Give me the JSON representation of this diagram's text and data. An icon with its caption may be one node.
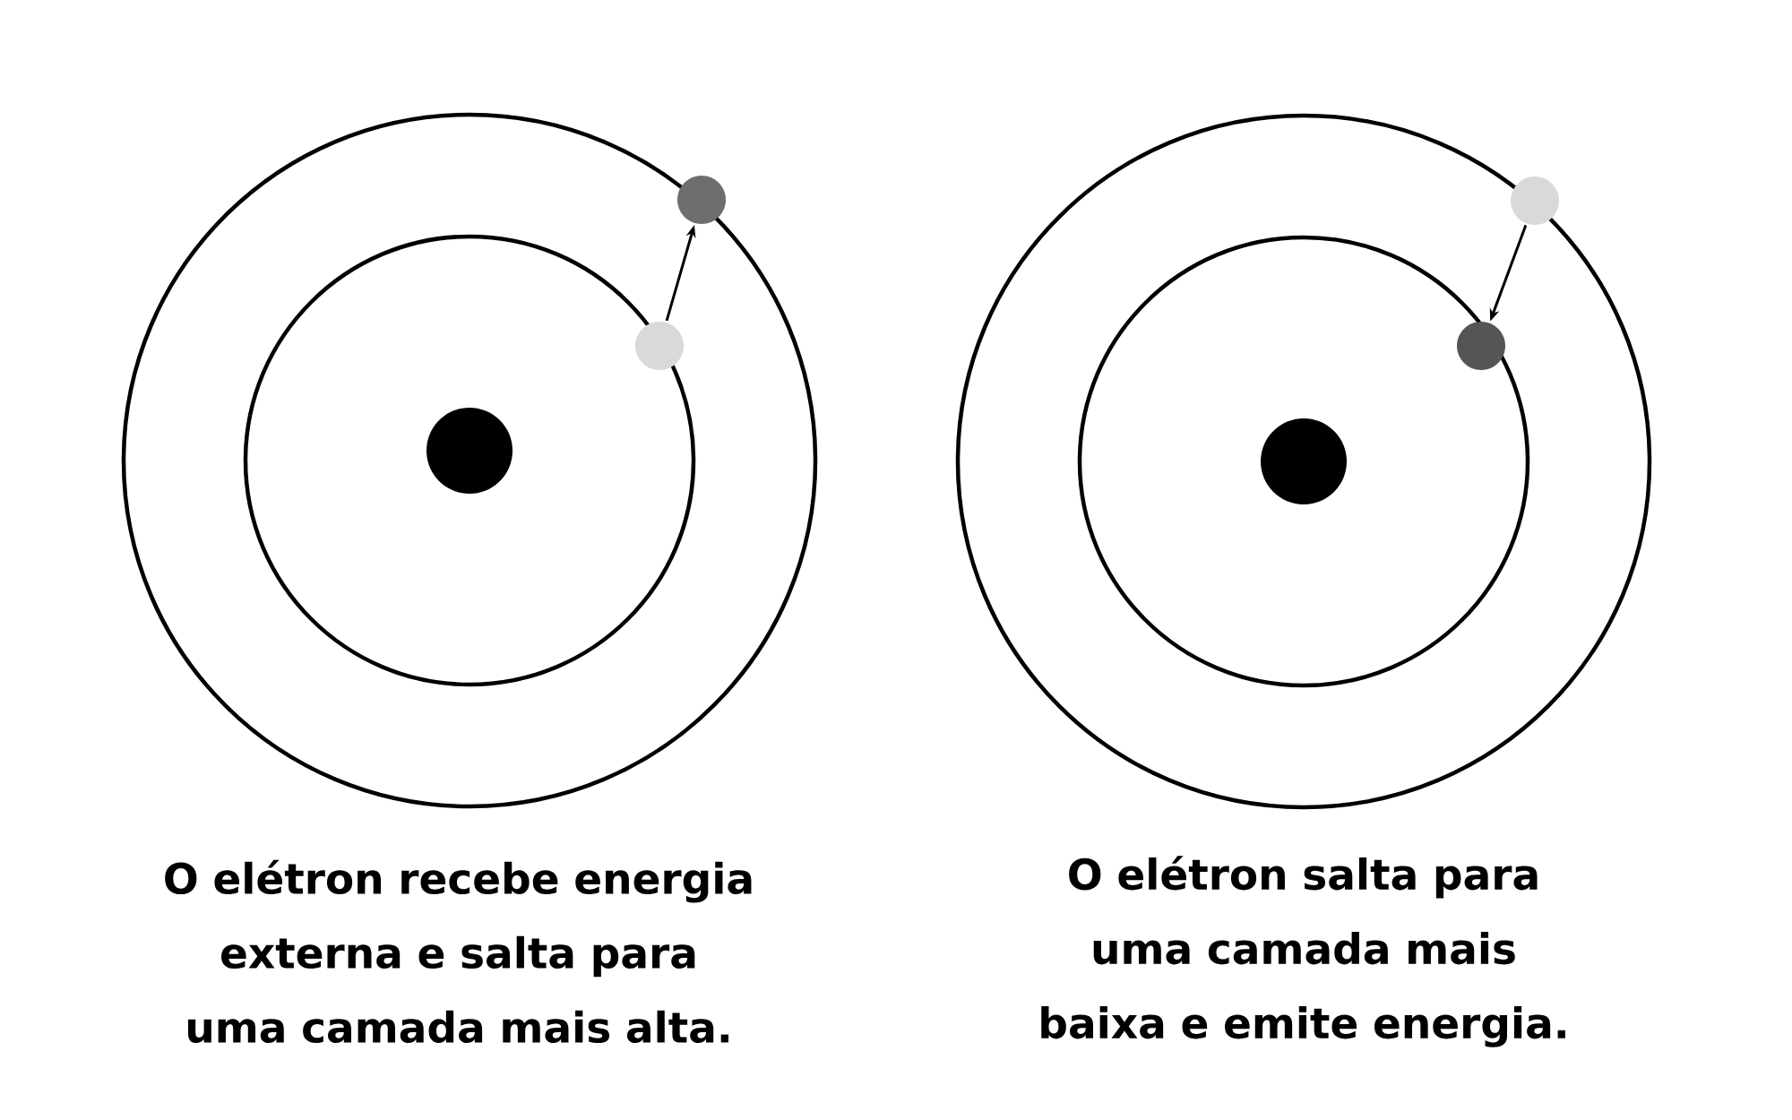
{
  "diagram": {
    "nodes": [
      {
        "text": [],
        "shape": "circle"
      },
      {
        "text": [],
        "shape": "circle"
      },
      {
        "text": [],
        "shape": "circle"
      },
      {
        "text": [],
        "shape": "circle"
      }
    ],
    "edges": [
      {
        "from": 0,
        "to": 1,
        "arrow": "to"
      },
      {
        "from": 2,
        "to": 3,
        "arrow": "to"
      }
    ],
    "labels": [
      "O elétron recebe energia externa e salta para uma camada mais alta.",
      "O elétron salta para uma camada mais baixa e emite energia."
    ]
  }
}
